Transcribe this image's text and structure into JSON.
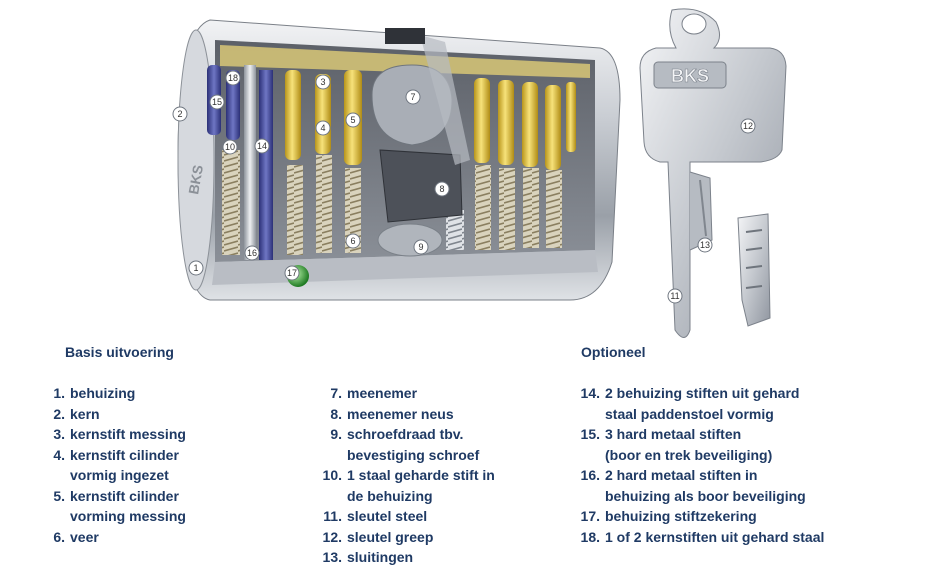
{
  "colors": {
    "text": "#1f3a64",
    "brass": "#e5c845",
    "steel": "#c8ccd2",
    "blue_pin": "#434a9b",
    "green_ball": "#3aa23a"
  },
  "figure": {
    "cylinder_brand": "BKS",
    "key_brand": "BKS",
    "callouts": [
      "1",
      "2",
      "3",
      "4",
      "5",
      "6",
      "7",
      "8",
      "9",
      "10",
      "11",
      "12",
      "13",
      "14",
      "15",
      "16",
      "17",
      "18"
    ]
  },
  "legend": {
    "basis_title": "Basis uitvoering",
    "optioneel_title": "Optioneel",
    "col1": [
      {
        "num": "1.",
        "text": "behuizing"
      },
      {
        "num": "2.",
        "text": "kern"
      },
      {
        "num": "3.",
        "text": "kernstift messing"
      },
      {
        "num": "4.",
        "text": "kernstift cilinder\n vormig ingezet"
      },
      {
        "num": "5.",
        "text": "kernstift cilinder\n vorming messing"
      },
      {
        "num": "6.",
        "text": "veer"
      }
    ],
    "col2": [
      {
        "num": "7.",
        "text": "meenemer"
      },
      {
        "num": "8.",
        "text": "meenemer neus"
      },
      {
        "num": "9.",
        "text": "schroefdraad tbv.\nbevestiging schroef"
      },
      {
        "num": "10.",
        "text": "1 staal geharde stift in\nde behuizing"
      },
      {
        "num": "11.",
        "text": "sleutel steel"
      },
      {
        "num": "12.",
        "text": "sleutel greep"
      },
      {
        "num": "13.",
        "text": "sluitingen"
      }
    ],
    "col3": [
      {
        "num": "14.",
        "text": "2 behuizing stiften uit gehard\nstaal paddenstoel vormig"
      },
      {
        "num": "15.",
        "text": "3 hard metaal stiften\n(boor en trek beveiliging)"
      },
      {
        "num": "16.",
        "text": "2 hard metaal stiften in\nbehuizing als boor beveiliging"
      },
      {
        "num": "17.",
        "text": "behuizing stiftzekering"
      },
      {
        "num": "18.",
        "text": "1 of 2 kernstiften uit gehard staal"
      }
    ]
  }
}
